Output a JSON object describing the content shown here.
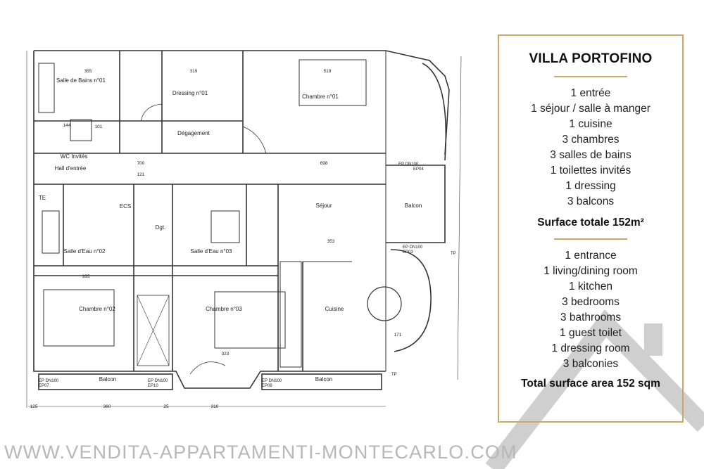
{
  "info": {
    "title": "VILLA PORTOFINO",
    "features_fr": [
      "1 entrée",
      "1 séjour / salle à manger",
      "1 cuisine",
      "3 chambres",
      "3 salles de bains",
      "1 toilettes invités",
      "1 dressing",
      "3 balcons"
    ],
    "surface_fr": "Surface totale 152m²",
    "features_en": [
      "1 entrance",
      "1 living/dining room",
      "1 kitchen",
      "3 bedrooms",
      "3 bathrooms",
      "1 guest toilet",
      "1 dressing room",
      "3 balconies"
    ],
    "surface_en": "Total surface area 152 sqm"
  },
  "plan": {
    "rooms": {
      "sdb1": "Salle de Bains n°01",
      "dressing": "Dressing n°01",
      "chambre1": "Chambre n°01",
      "degagement": "Dégagement",
      "wc": "WC Invités",
      "hall": "Hall d'entrée",
      "te": "TE",
      "ecs": "ECS",
      "dgt": "Dgt.",
      "sejour": "Séjour",
      "balcon_east": "Balcon",
      "sde2": "Salle d'Eau n°02",
      "sde3": "Salle d'Eau n°03",
      "chambre2": "Chambre n°02",
      "chambre3": "Chambre n°03",
      "cuisine": "Cuisine",
      "balcon_sw": "Balcon",
      "balcon_s": "Balcon"
    },
    "dims": [
      "355",
      "319",
      "519",
      "700",
      "698",
      "335",
      "323",
      "353",
      "125",
      "360",
      "310",
      "25",
      "101",
      "144",
      "121",
      "171"
    ],
    "tags": [
      "EP DN100",
      "EP04",
      "EP DN100",
      "EP03",
      "EP DN100",
      "EP07",
      "EP DN100",
      "EP10",
      "EP DN100",
      "EP08",
      "TP",
      "TP"
    ]
  },
  "watermark": "WWW.VENDITA-APPARTAMENTI-MONTECARLO.COM",
  "colors": {
    "gold": "#c8a96a",
    "line": "#333333",
    "watermark": "#b8b8b8"
  }
}
